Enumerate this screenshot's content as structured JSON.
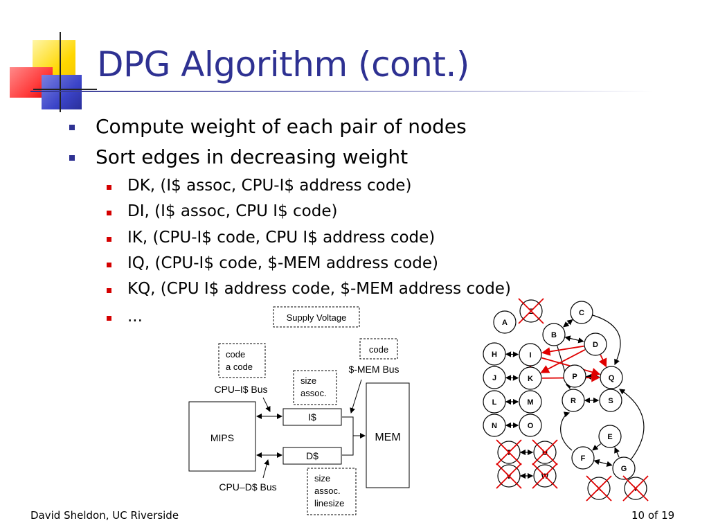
{
  "title": "DPG Algorithm (cont.)",
  "bullets": [
    "Compute weight of each pair of nodes",
    "Sort edges in decreasing weight"
  ],
  "sub_bullets": [
    "DK, (I$ assoc, CPU-I$ address code)",
    "DI, (I$ assoc, CPU I$ code)",
    "IK,  (CPU-I$ code, CPU I$ address code)",
    "IQ,  (CPU-I$ code,  $-MEM address code)",
    "KQ, (CPU I$ address code, $-MEM address code)",
    "..."
  ],
  "arch": {
    "supply_voltage": "Supply Voltage",
    "cpu_i_code_l1": "code",
    "cpu_i_code_l2": "a code",
    "mem_code": "code",
    "mem_bus": "$-MEM Bus",
    "cpu_i_bus": "CPU–I$ Bus",
    "icache_size_l1": "size",
    "icache_size_l2": "assoc.",
    "mips": "MIPS",
    "icache": "I$",
    "dcache": "D$",
    "mem": "MEM",
    "cpu_d_bus": "CPU–D$ Bus",
    "dcache_size_l1": "size",
    "dcache_size_l2": "assoc.",
    "dcache_size_l3": "linesize"
  },
  "graph": {
    "nodes": [
      {
        "id": "A",
        "crossed": false
      },
      {
        "id": "Z",
        "crossed": true
      },
      {
        "id": "C",
        "crossed": false
      },
      {
        "id": "B",
        "crossed": false
      },
      {
        "id": "D",
        "crossed": false
      },
      {
        "id": "H",
        "crossed": false
      },
      {
        "id": "I",
        "crossed": false
      },
      {
        "id": "J",
        "crossed": false
      },
      {
        "id": "K",
        "crossed": false
      },
      {
        "id": "P",
        "crossed": false
      },
      {
        "id": "Q",
        "crossed": false
      },
      {
        "id": "L",
        "crossed": false
      },
      {
        "id": "M",
        "crossed": false
      },
      {
        "id": "R",
        "crossed": false
      },
      {
        "id": "S",
        "crossed": false
      },
      {
        "id": "N",
        "crossed": false
      },
      {
        "id": "O",
        "crossed": false
      },
      {
        "id": "T",
        "crossed": true
      },
      {
        "id": "U",
        "crossed": true
      },
      {
        "id": "E",
        "crossed": false
      },
      {
        "id": "V",
        "crossed": true
      },
      {
        "id": "W",
        "crossed": true
      },
      {
        "id": "F",
        "crossed": false
      },
      {
        "id": "G",
        "crossed": false
      },
      {
        "id": "X",
        "crossed": true
      },
      {
        "id": "Y",
        "crossed": true
      }
    ],
    "highlight_color": "#e00000"
  },
  "footer": {
    "author": "David Sheldon, UC Riverside",
    "page": "10 of 19"
  },
  "colors": {
    "title": "#2E3192",
    "bullet_l1": "#2E3192",
    "bullet_l2": "#d40000",
    "deco_yellow": "#FFD700",
    "deco_red": "#FF3B3B",
    "deco_blue": "#3B44C8"
  }
}
